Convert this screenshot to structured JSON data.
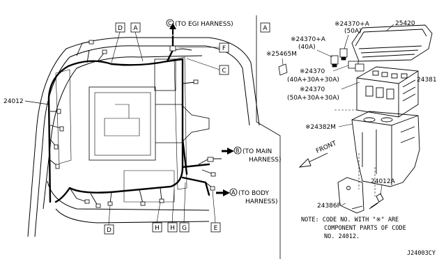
{
  "diagram": {
    "part_numbers": {
      "harness_main": "24012",
      "fuse_25420": "25420",
      "fuse_24381": "24381",
      "fuse_24382M": "※24382M",
      "fuse_24370A_50": "※24370+A",
      "fuse_24370A_50_sub": "(50A)",
      "fuse_24370A_40": "※24370+A",
      "fuse_24370A_40_sub": "(40A)",
      "relay_25465M": "※25465M",
      "fuse_24370_a": "※24370",
      "fuse_24370_a_sub": "(40A+30A+30A)",
      "fuse_24370_b": "※24370",
      "fuse_24370_b_sub": "(50A+30A+30A)",
      "bracket_24012A": "24012A",
      "bracket_24386P": "24386P"
    },
    "callouts": {
      "egi": "(TO EGI HARNESS)",
      "egi_letter": "C",
      "main": "(TO MAIN",
      "main_2": "HARNESS)",
      "main_letter": "B",
      "body": "(TO BODY",
      "body_2": "HARNESS)",
      "body_letter": "A"
    },
    "boxes": {
      "D_top": "D",
      "A_top": "A",
      "F": "F",
      "C": "C",
      "D_bottom": "D",
      "H_1": "H",
      "H_2": "H",
      "G": "G",
      "E": "E",
      "A_detail": "A"
    },
    "front_label": "FRONT",
    "note_line1": "NOTE: CODE NO. WITH \"※\" ARE",
    "note_line2": "COMPONENT PARTS OF CODE",
    "note_line3": "NO. 24012.",
    "diagram_code": "J24003CY"
  }
}
